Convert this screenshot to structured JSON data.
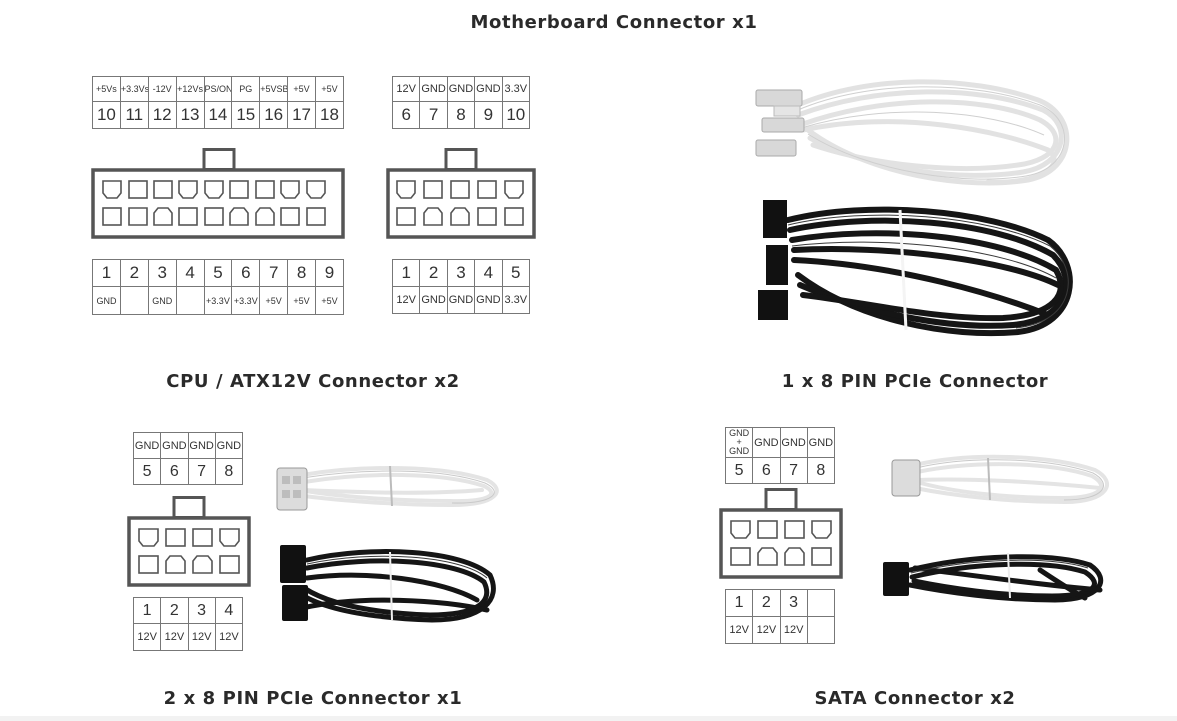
{
  "titles": {
    "motherboard": "Motherboard Connector x1",
    "cpu": "CPU / ATX12V Connector x2",
    "pcie_single": "1 x 8 PIN PCIe Connector",
    "pcie_dual": "2 x 8 PIN PCIe Connector x1",
    "sata": "SATA Connector x2"
  },
  "mb_left": {
    "top_labels": [
      "+5Vs",
      "+3.3Vs",
      "-12V",
      "+12Vs",
      "PS/ON",
      "PG",
      "+5VSB",
      "+5V",
      "+5V"
    ],
    "top_numbers": [
      "10",
      "11",
      "12",
      "13",
      "14",
      "15",
      "16",
      "17",
      "18"
    ],
    "bottom_numbers": [
      "1",
      "2",
      "3",
      "4",
      "5",
      "6",
      "7",
      "8",
      "9"
    ],
    "bottom_labels": [
      "GND",
      "",
      "GND",
      "",
      "+3.3V",
      "+3.3V",
      "+5V",
      "+5V",
      "+5V"
    ]
  },
  "mb_right": {
    "top_labels": [
      "12V",
      "GND",
      "GND",
      "GND",
      "3.3V"
    ],
    "top_numbers": [
      "6",
      "7",
      "8",
      "9",
      "10"
    ],
    "bottom_numbers": [
      "1",
      "2",
      "3",
      "4",
      "5"
    ],
    "bottom_labels": [
      "12V",
      "GND",
      "GND",
      "GND",
      "3.3V"
    ]
  },
  "pcie8": {
    "top_labels": [
      "GND",
      "GND",
      "GND",
      "GND"
    ],
    "top_numbers": [
      "5",
      "6",
      "7",
      "8"
    ],
    "bottom_numbers": [
      "1",
      "2",
      "3",
      "4"
    ],
    "bottom_labels": [
      "12V",
      "12V",
      "12V",
      "12V"
    ]
  },
  "sata": {
    "top_labels": [
      "GND\n+\nGND",
      "GND",
      "GND",
      "GND"
    ],
    "top_numbers": [
      "5",
      "6",
      "7",
      "8"
    ],
    "bottom_numbers": [
      "1",
      "2",
      "3",
      ""
    ],
    "bottom_labels": [
      "12V",
      "12V",
      "12V",
      ""
    ]
  },
  "colors": {
    "diagram_stroke": "#555555",
    "cable_white": "#e6e6e6",
    "cable_black": "#141414",
    "title_text": "#2a2a2a"
  }
}
